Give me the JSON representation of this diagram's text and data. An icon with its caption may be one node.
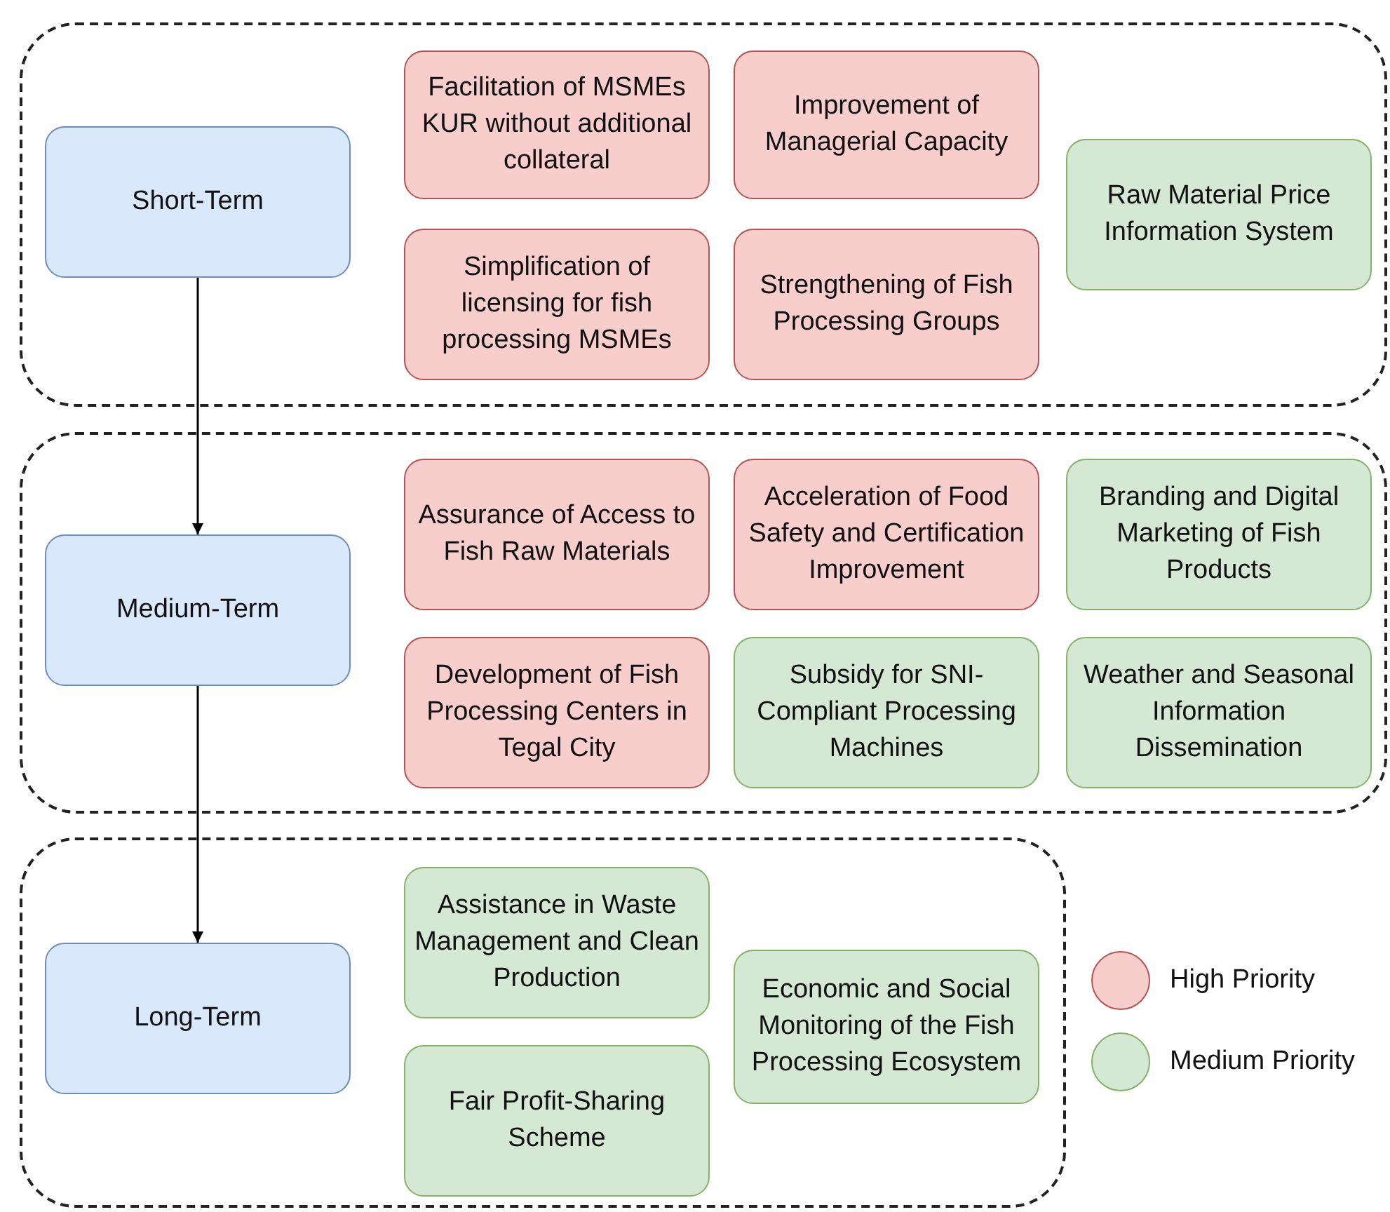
{
  "diagram": {
    "nodes": [
      {
        "text": [],
        "shape": "box"
      },
      {
        "text": [
          "Short-Term"
        ],
        "in": 0
      },
      {
        "text": [
          "Facilitation of MSMEs KUR without additional collateral"
        ],
        "in": 0
      },
      {
        "text": [
          "Improvement of Managerial Capacity"
        ],
        "in": 0
      },
      {
        "text": [
          "Simplification of licensing for fish processing MSMEs"
        ],
        "in": 0
      },
      {
        "text": [
          "Strengthening of Fish Processing Groups"
        ],
        "in": 0
      },
      {
        "text": [
          "Raw Material Price Information System"
        ],
        "in": 0
      },
      {
        "text": [],
        "shape": "box"
      },
      {
        "text": [
          "Medium-Term"
        ],
        "in": 7
      },
      {
        "text": [
          "Assurance of Access to Fish Raw Materials"
        ],
        "in": 7
      },
      {
        "text": [
          "Acceleration of Food Safety and Certification Improvement"
        ],
        "in": 7
      },
      {
        "text": [
          "Branding and Digital Marketing of Fish Products"
        ],
        "in": 7
      },
      {
        "text": [
          "Development of Fish Processing Centers in Tegal City"
        ],
        "in": 7
      },
      {
        "text": [
          "Subsidy for SNI-Compliant Processing Machines"
        ],
        "in": 7
      },
      {
        "text": [
          "Weather and Seasonal Information Dissemination"
        ],
        "in": 7
      },
      {
        "text": [],
        "shape": "box"
      },
      {
        "text": [
          "Long-Term"
        ],
        "in": 15
      },
      {
        "text": [
          "Assistance in Waste Management and Clean Production"
        ],
        "in": 15
      },
      {
        "text": [
          "Economic and Social Monitoring of the Fish Processing Ecosystem"
        ],
        "in": 15
      },
      {
        "text": [
          "Fair Profit-Sharing Scheme"
        ],
        "in": 15
      }
    ],
    "edges": [
      {
        "from": 1,
        "to": 8,
        "arrow": "to"
      },
      {
        "from": 8,
        "to": 16,
        "arrow": "to"
      }
    ],
    "legend": [
      {
        "text": "High Priority",
        "color": "#f8cecc"
      },
      {
        "text": "Medium Priority",
        "color": "#d5e8d4"
      }
    ]
  }
}
